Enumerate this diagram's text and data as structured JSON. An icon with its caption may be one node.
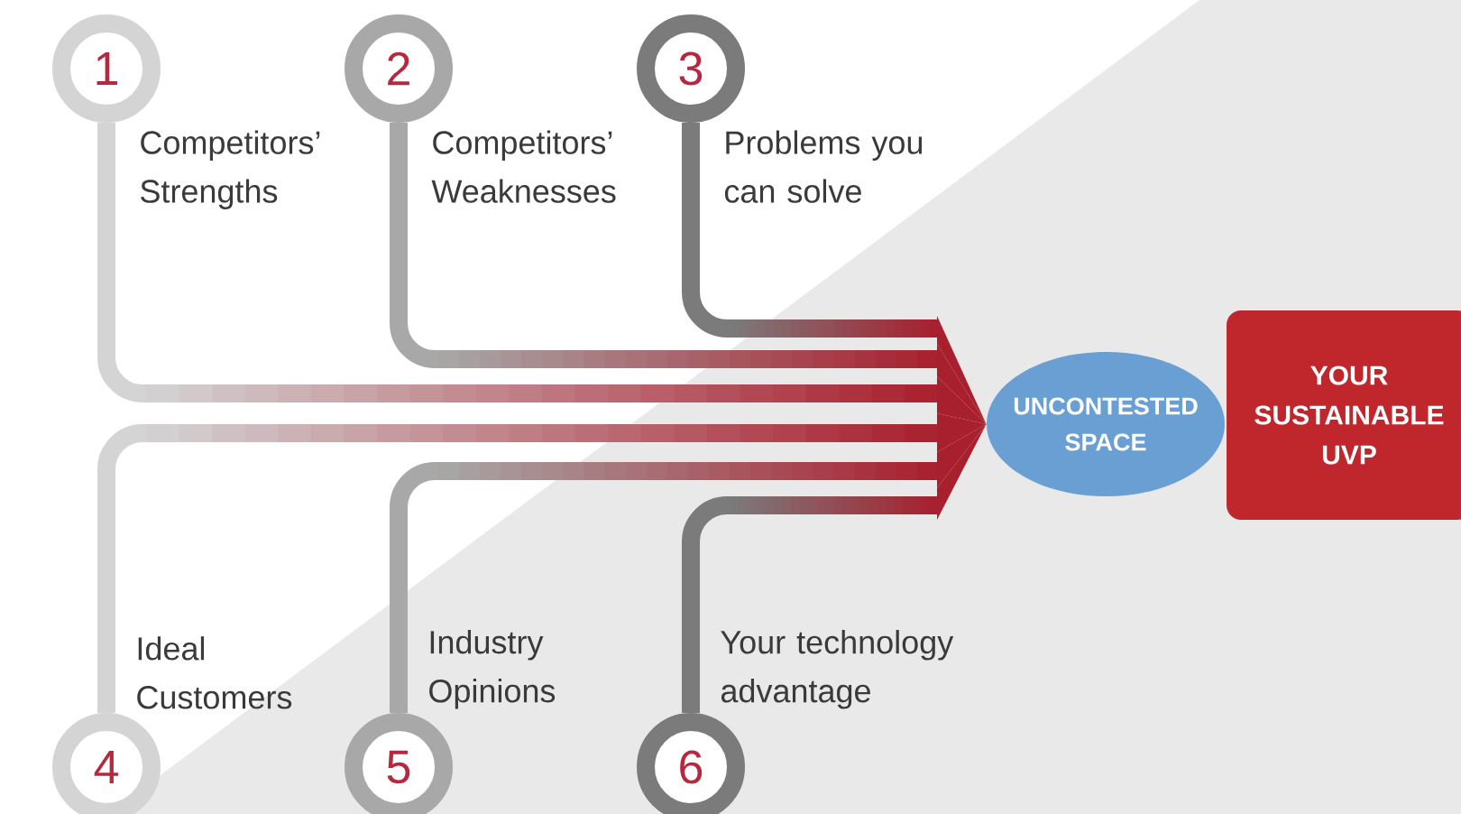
{
  "diagram": {
    "nodes": [
      {
        "text": [
          "1"
        ],
        "beside": [
          "Competitors’ Strengths"
        ]
      },
      {
        "text": [
          "2"
        ],
        "beside": [
          "Competitors’ Weaknesses"
        ]
      },
      {
        "text": [
          "3"
        ],
        "beside": [
          "Problems you can solve"
        ]
      },
      {
        "text": [
          "4"
        ],
        "beside": [
          "Ideal Customers"
        ]
      },
      {
        "text": [
          "5"
        ],
        "beside": [
          "Industry Opinions"
        ]
      },
      {
        "text": [
          "6"
        ],
        "beside": [
          "Your technology advantage"
        ]
      },
      {
        "text": [
          "UNCONTESTED SPACE"
        ]
      },
      {
        "text": [
          "YOUR SUSTAINABLE UVP"
        ]
      }
    ],
    "edges": [
      {
        "from": 0,
        "to": 6,
        "arrow": "to",
        "color": "#d4d4d4"
      },
      {
        "from": 1,
        "to": 6,
        "arrow": "to",
        "color": "#a8a8a8"
      },
      {
        "from": 2,
        "to": 6,
        "arrow": "to",
        "color": "#7b7b7b"
      },
      {
        "from": 3,
        "to": 6,
        "arrow": "to",
        "color": "#d4d4d4"
      },
      {
        "from": 4,
        "to": 6,
        "arrow": "to",
        "color": "#a8a8a8"
      },
      {
        "from": 5,
        "to": 6,
        "arrow": "to",
        "color": "#7b7b7b"
      }
    ]
  }
}
